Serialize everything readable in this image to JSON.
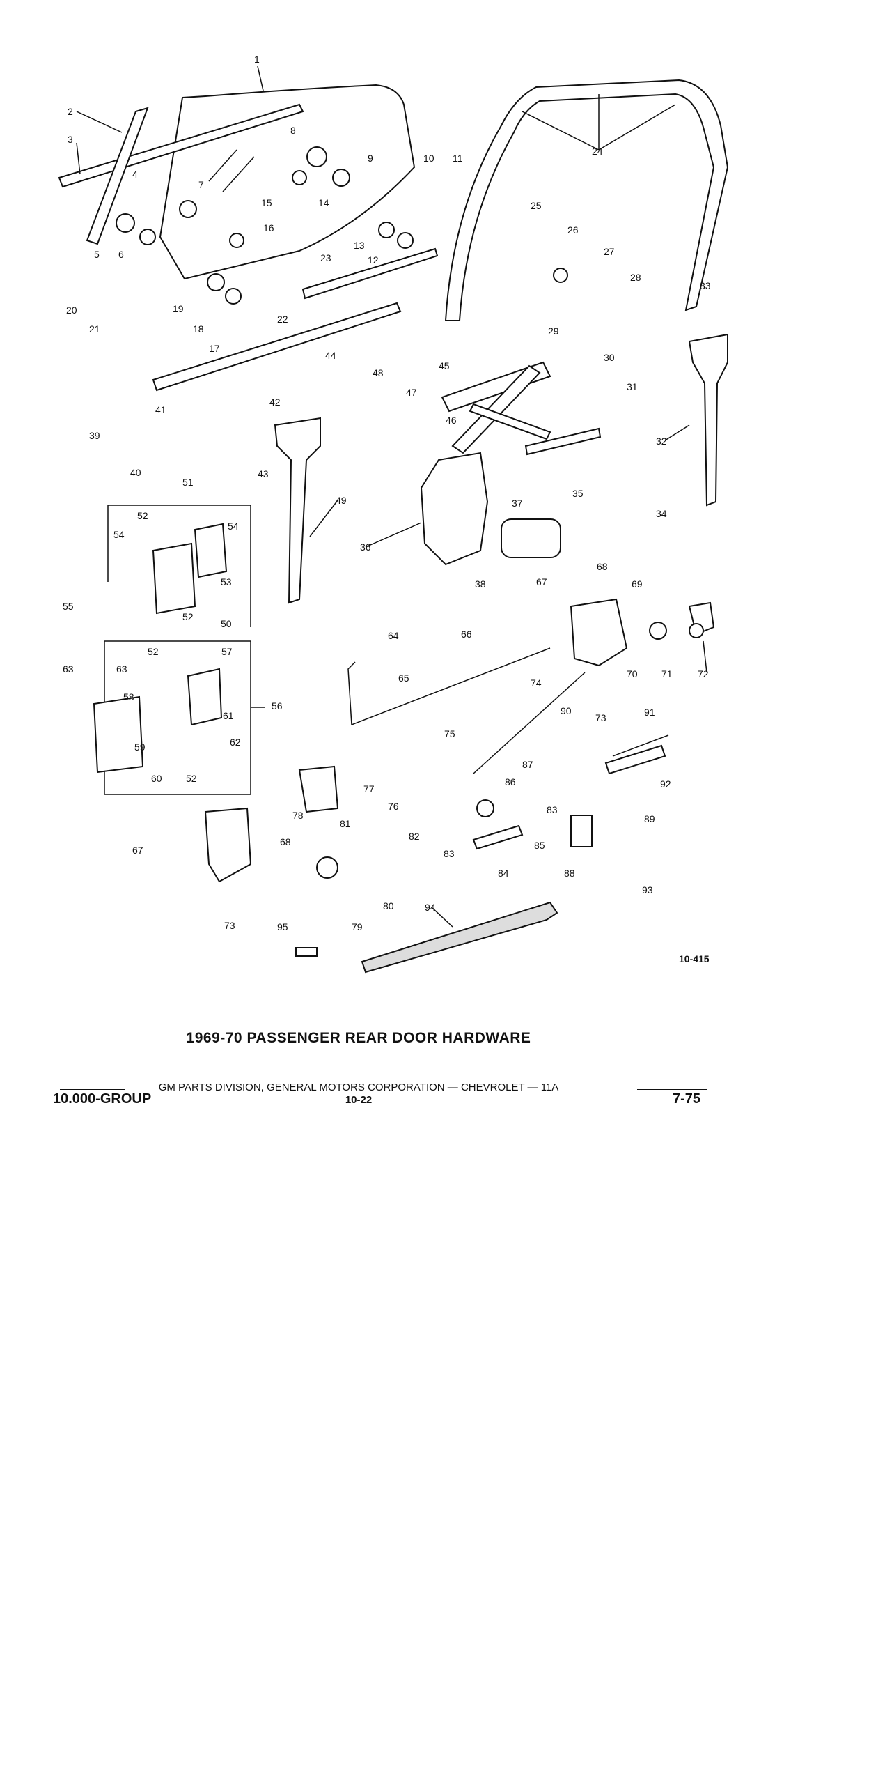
{
  "figure": {
    "title": "1969-70 PASSENGER REAR DOOR HARDWARE",
    "figure_number": "10-415"
  },
  "footer": {
    "publisher": "GM PARTS DIVISION, GENERAL MOTORS CORPORATION — CHEVROLET — 11A",
    "group": "10.000-GROUP",
    "page": "10-22",
    "date": "7-75"
  },
  "callouts": [
    "1",
    "2",
    "3",
    "4",
    "5",
    "6",
    "7",
    "8",
    "9",
    "10",
    "11",
    "12",
    "13",
    "14",
    "15",
    "16",
    "17",
    "18",
    "19",
    "20",
    "21",
    "22",
    "23",
    "24",
    "25",
    "26",
    "27",
    "28",
    "29",
    "30",
    "31",
    "32",
    "33",
    "34",
    "35",
    "36",
    "37",
    "38",
    "39",
    "40",
    "41",
    "42",
    "43",
    "44",
    "45",
    "46",
    "47",
    "48",
    "49",
    "50",
    "51",
    "52",
    "53",
    "54",
    "55",
    "56",
    "57",
    "58",
    "59",
    "60",
    "61",
    "62",
    "63",
    "64",
    "65",
    "66",
    "67",
    "68",
    "69",
    "70",
    "71",
    "72",
    "73",
    "74",
    "75",
    "76",
    "77",
    "78",
    "79",
    "80",
    "81",
    "82",
    "83",
    "84",
    "85",
    "86",
    "87",
    "88",
    "89",
    "90",
    "91",
    "92",
    "93",
    "94",
    "95"
  ]
}
